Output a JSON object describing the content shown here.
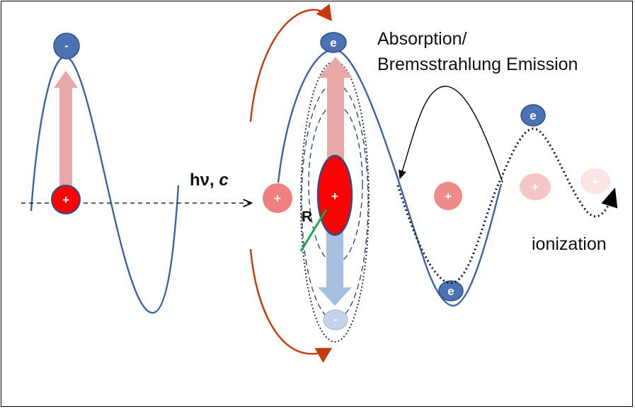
{
  "labels": {
    "absorption": "Absorption/",
    "bremsstrahlung": "Bremsstrahlung Emission",
    "ionization": "ionization",
    "photon_symbol": "hν, ",
    "speed_symbol": "c",
    "radius": "R"
  },
  "charges": {
    "plus": "+",
    "minus": "-",
    "electron": "e"
  },
  "colors": {
    "wave_line": "#3a64a4",
    "electron_fill": "#4a72b4",
    "proton_fill": "#ff0000",
    "dipole_arrow_up": "#e8a8a8",
    "dipole_arrow_down": "#a8c0e0",
    "field_arrow": "#c33a0c",
    "radius_line": "#1aa84a"
  }
}
